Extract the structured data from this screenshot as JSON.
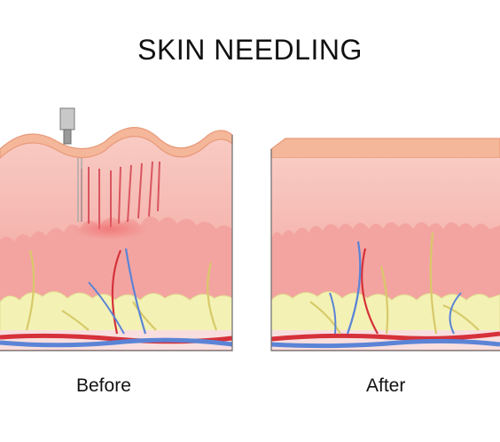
{
  "title": "SKIN NEEDLING",
  "panels": {
    "before": {
      "label": "Before"
    },
    "after": {
      "label": "After"
    }
  },
  "colors": {
    "epidermis": "#f5b79a",
    "surface_line": "#e89a7a",
    "dermis_upper": "#f7c4bd",
    "dermis_lower": "#f2a3a0",
    "fat": "#f3f2b4",
    "artery": "#d6313a",
    "vein": "#5b84d6",
    "nerve": "#d8c96a",
    "needle_marks": "#d23c4a",
    "outline": "#6b6b6b"
  },
  "icons": [
    "microneedling-pen-icon"
  ]
}
